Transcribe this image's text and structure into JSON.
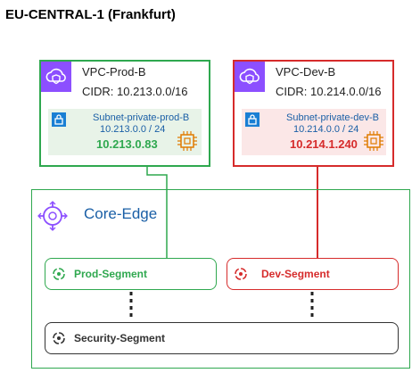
{
  "region": {
    "title": "EU-CENTRAL-1 (Frankfurt)"
  },
  "vpcs": {
    "prod": {
      "name": "VPC-Prod-B",
      "cidr": "CIDR: 10.213.0.0/16",
      "subnet_name": "Subnet-private-prod-B",
      "subnet_cidr": "10.213.0.0 / 24",
      "instance_ip": "10.213.0.83",
      "color": "#2fa84f"
    },
    "dev": {
      "name": "VPC-Dev-B",
      "cidr": "CIDR: 10.214.0.0/16",
      "subnet_name": "Subnet-private-dev-B",
      "subnet_cidr": "10.214.0.0 / 24",
      "instance_ip": "10.214.1.240",
      "color": "#d62b2b"
    }
  },
  "core": {
    "name": "Core-Edge",
    "segments": {
      "prod": "Prod-Segment",
      "dev": "Dev-Segment",
      "security": "Security-Segment"
    }
  },
  "icons": {
    "vpc": "cloud-shield-icon",
    "subnet": "lock-icon",
    "instance": "chip-icon",
    "core": "network-hub-icon",
    "segment": "segment-ring-icon"
  },
  "colors": {
    "vpc_icon_bg": "#8c4fff",
    "subnet_lock_bg": "#1a7fd4",
    "core_text": "#1a5fa6",
    "chip": "#e07b00"
  }
}
